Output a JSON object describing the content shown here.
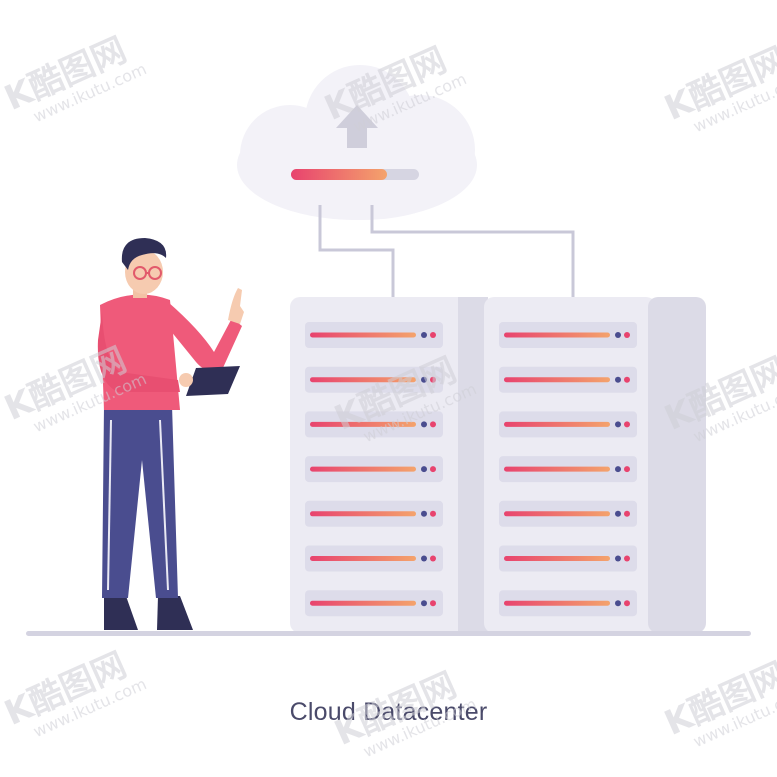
{
  "caption": "Cloud Datacenter",
  "upload_progress": 0.75,
  "server_rack": {
    "columns": 2,
    "units_per_column": 7
  },
  "colors": {
    "accent_gradient_start": "#e8436e",
    "accent_gradient_end": "#f4a36c",
    "rack_body": "#ecebf3",
    "rack_side": "#dcdbe7",
    "ink": "#4a4a6a",
    "shirt": "#ef5a7a",
    "pants": "#4a4d8f"
  },
  "watermark": {
    "logo": "K酷图网",
    "url": "www.ikutu.com"
  }
}
